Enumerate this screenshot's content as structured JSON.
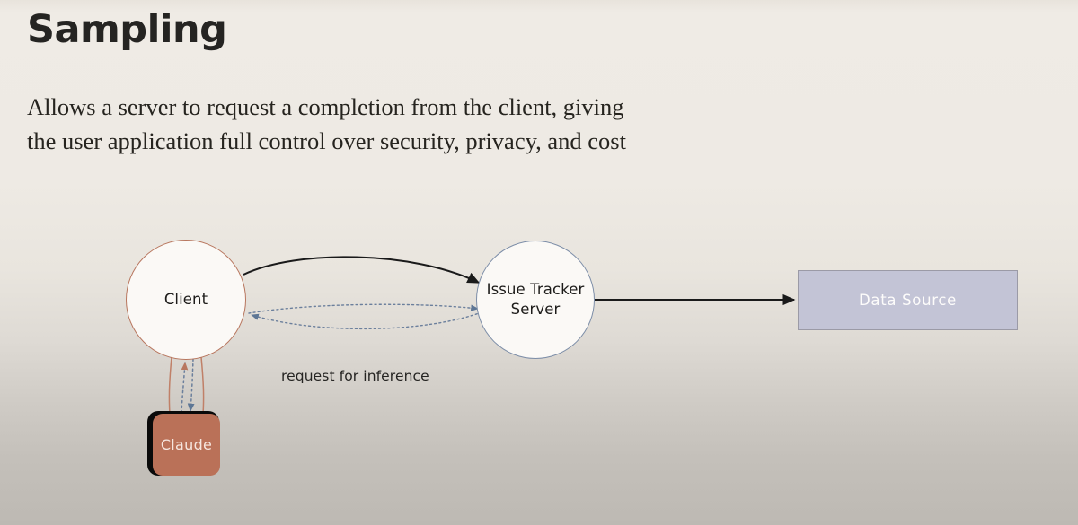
{
  "slide": {
    "title": "Sampling",
    "subtitle": "Allows a server to request a completion from the client, giving\nthe user application full control over security, privacy, and cost",
    "background_top_color": "#efebe5",
    "background_bottom_color": "#bdb9b3"
  },
  "diagram": {
    "nodes": [
      {
        "id": "client",
        "label": "Client",
        "shape": "circle",
        "border_color": "#b8765e",
        "fill_color": "#fbf9f6",
        "text_color": "#1d1c1a"
      },
      {
        "id": "issue-tracker-server",
        "label": "Issue Tracker\nServer",
        "shape": "circle",
        "border_color": "#7d8ea8",
        "fill_color": "#fbf9f6",
        "text_color": "#1d1c1a"
      },
      {
        "id": "data-source",
        "label": "Data Source",
        "shape": "rectangle",
        "border_color": "#9b9aa6",
        "fill_color": "#c3c4d6",
        "text_color": "#fdfcfb"
      },
      {
        "id": "claude",
        "label": "Claude",
        "shape": "rounded-rectangle",
        "border_color": "#0a0a0a",
        "fill_color": "#ba7158",
        "text_color": "#f6e6df"
      }
    ],
    "edges": [
      {
        "id": "client-to-server",
        "from": "client",
        "to": "issue-tracker-server",
        "style": "solid-curved",
        "color": "#1a1a1a",
        "label": ""
      },
      {
        "id": "server-to-client-response",
        "from": "issue-tracker-server",
        "to": "client",
        "style": "dotted-curved",
        "color": "#6b7f9c",
        "label": ""
      },
      {
        "id": "client-to-server-inference",
        "from": "client",
        "to": "issue-tracker-server",
        "style": "dotted-curved",
        "color": "#6b7f9c",
        "label": "request for inference"
      },
      {
        "id": "server-to-datasource",
        "from": "issue-tracker-server",
        "to": "data-source",
        "style": "solid-straight",
        "color": "#1a1a1a",
        "label": ""
      },
      {
        "id": "client-to-claude",
        "from": "client",
        "to": "claude",
        "style": "dotted-straight",
        "color": "#6b7f9c",
        "label": ""
      },
      {
        "id": "claude-to-client",
        "from": "claude",
        "to": "client",
        "style": "dotted-straight",
        "color": "#6b7f9c",
        "label": ""
      }
    ],
    "edge_labels": [
      {
        "id": "request-for-inference",
        "text": "request for inference"
      }
    ]
  }
}
